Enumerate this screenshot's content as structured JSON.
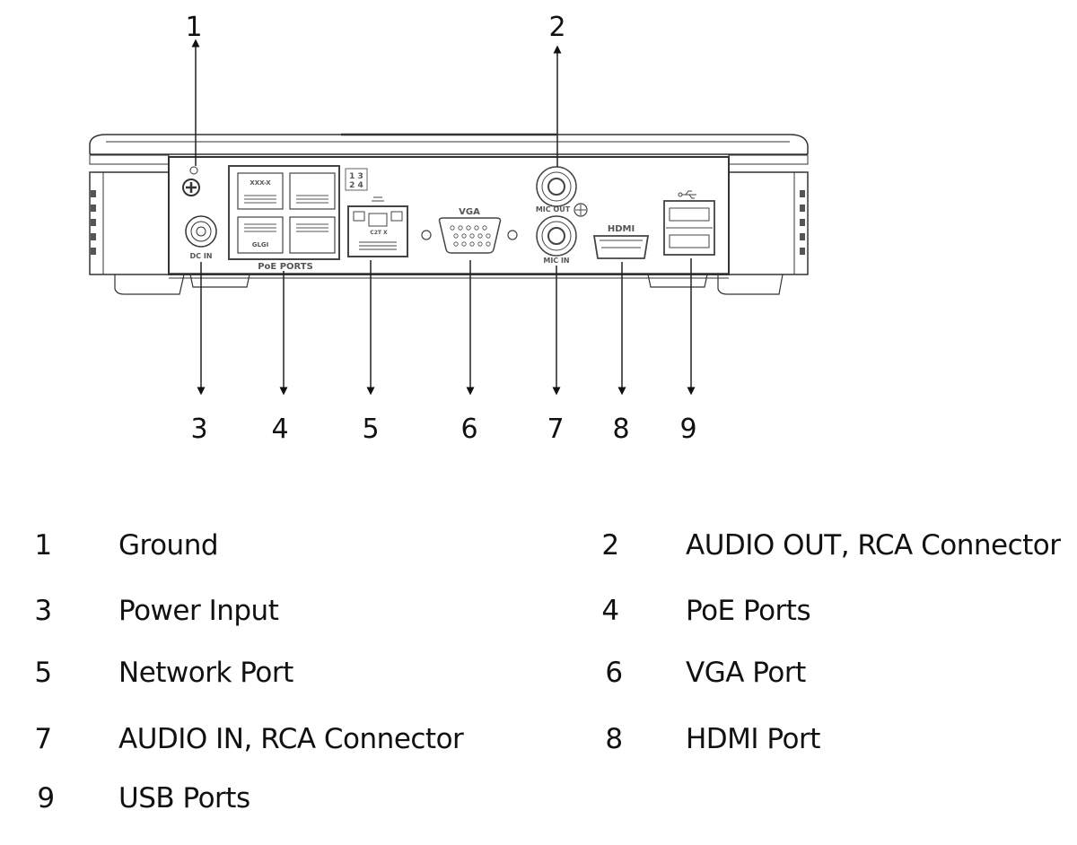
{
  "diagram": {
    "subject": "NVR rear panel",
    "panel_markings": {
      "poe_ports": "PoE PORTS",
      "poe_port_1_tag": "XXX-X",
      "poe_port_3_tag": "GLGI",
      "port_map_row1": "1 3",
      "port_map_row2": "2 4",
      "dc_in": "DC IN",
      "vga": "VGA",
      "mic_out": "MIC OUT",
      "mic_in": "MIC IN",
      "hdmi": "HDMI",
      "lan_tag": "C2T X"
    },
    "callouts": [
      {
        "num": "1",
        "side": "top",
        "target": "ground-screw"
      },
      {
        "num": "2",
        "side": "top",
        "target": "mic-out-jack"
      },
      {
        "num": "3",
        "side": "bottom",
        "target": "dc-in-jack"
      },
      {
        "num": "4",
        "side": "bottom",
        "target": "poe-ports"
      },
      {
        "num": "5",
        "side": "bottom",
        "target": "network-port"
      },
      {
        "num": "6",
        "side": "bottom",
        "target": "vga-port"
      },
      {
        "num": "7",
        "side": "bottom",
        "target": "mic-in-jack"
      },
      {
        "num": "8",
        "side": "bottom",
        "target": "hdmi-port"
      },
      {
        "num": "9",
        "side": "bottom",
        "target": "usb-ports"
      }
    ]
  },
  "legend": [
    {
      "num": "1",
      "label": "Ground"
    },
    {
      "num": "2",
      "label": "AUDIO OUT, RCA Connector"
    },
    {
      "num": "3",
      "label": "Power Input"
    },
    {
      "num": "4",
      "label": "PoE Ports"
    },
    {
      "num": "5",
      "label": "Network Port"
    },
    {
      "num": "6",
      "label": "VGA Port"
    },
    {
      "num": "7",
      "label": "AUDIO IN, RCA Connector"
    },
    {
      "num": "8",
      "label": "HDMI Port"
    },
    {
      "num": "9",
      "label": "USB Ports"
    }
  ]
}
